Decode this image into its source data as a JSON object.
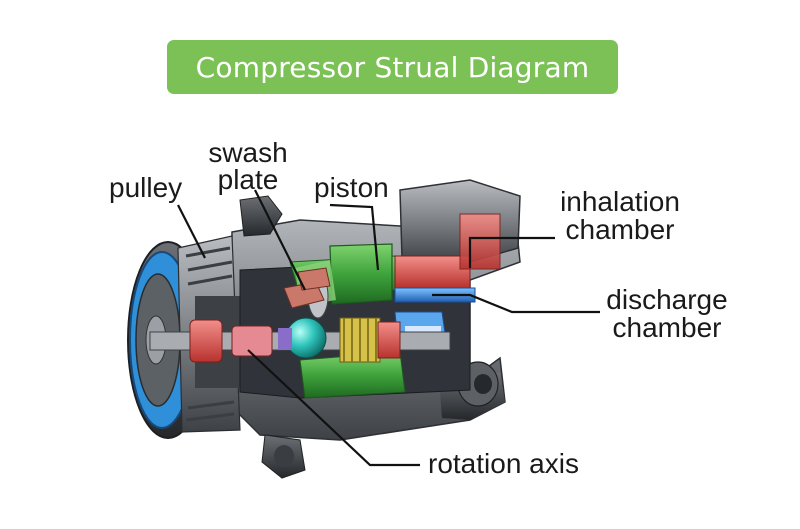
{
  "title": "Compressor Strual Diagram",
  "labels": {
    "pulley": "pulley",
    "swash_plate_line1": "swash",
    "swash_plate_line2": "plate",
    "piston": "piston",
    "inhalation_line1": "inhalation",
    "inhalation_line2": "chamber",
    "discharge_line1": "discharge",
    "discharge_line2": "chamber",
    "rotation_axis": "rotation axis"
  },
  "colors": {
    "title_bg": "#7cc156",
    "title_text": "#ffffff",
    "label_text": "#1a1a1a",
    "body_gray": "#8a8e93",
    "piston_green": "#4caf50",
    "chamber_red": "#d9534f",
    "discharge_blue": "#3b7fd6",
    "pulley_blue": "#2f8fd8"
  }
}
